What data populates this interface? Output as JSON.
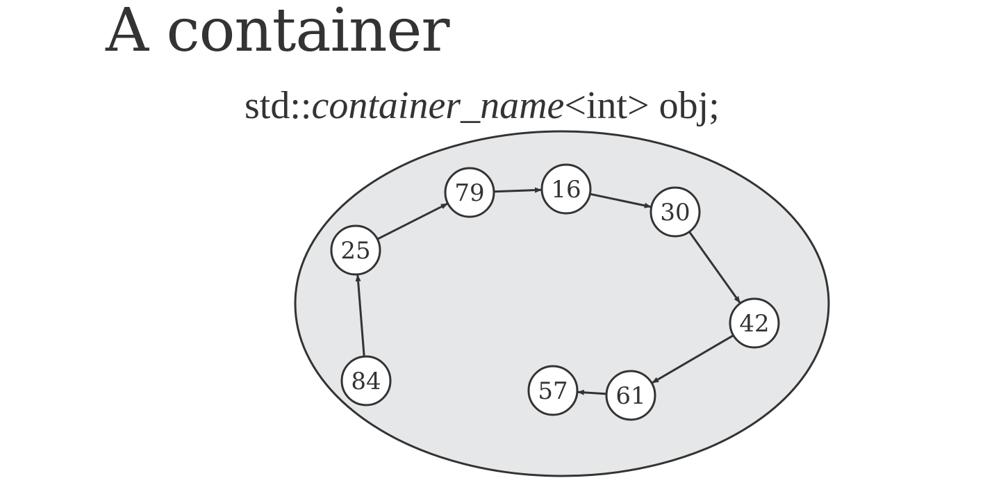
{
  "title": "A container",
  "declaration": {
    "prefix": "std::",
    "container_name": "container_name",
    "suffix": "<int> obj;"
  },
  "colors": {
    "container_fill": "#e6e7e8",
    "stroke": "#333333",
    "node_fill": "#ffffff"
  },
  "nodes": [
    "84",
    "25",
    "79",
    "16",
    "30",
    "42",
    "61",
    "57"
  ],
  "edges": [
    [
      "84",
      "25"
    ],
    [
      "25",
      "79"
    ],
    [
      "79",
      "16"
    ],
    [
      "16",
      "30"
    ],
    [
      "30",
      "42"
    ],
    [
      "42",
      "61"
    ],
    [
      "61",
      "57"
    ]
  ]
}
